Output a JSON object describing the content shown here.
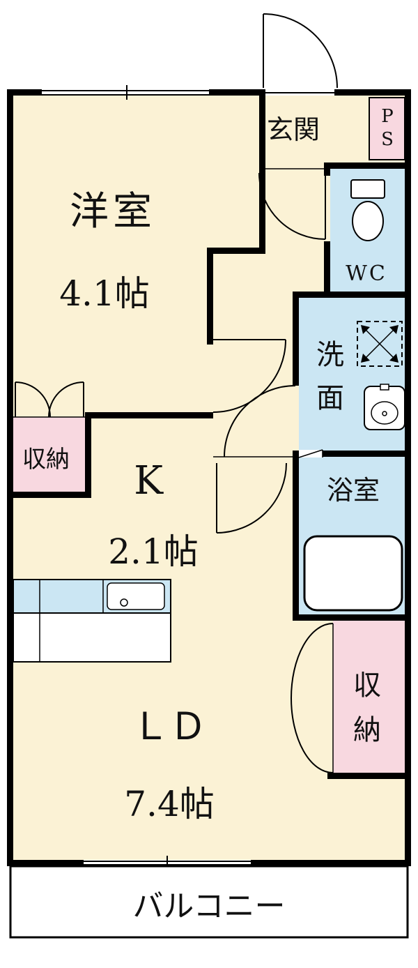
{
  "floorplan": {
    "colors": {
      "room": "#FBF2D5",
      "wet": "#CBE6F3",
      "closet": "#F8D8E0",
      "wall": "#000000"
    },
    "rooms": {
      "entrance": {
        "label": "玄関"
      },
      "pipe_space": {
        "line1": "P",
        "line2": "S"
      },
      "toilet": {
        "label": "WC"
      },
      "washroom": {
        "char1": "洗",
        "char2": "面"
      },
      "bathroom": {
        "label": "浴室"
      },
      "closet_right": {
        "char1": "収",
        "char2": "納"
      },
      "closet_left": {
        "label": "収納"
      },
      "western_room": {
        "label": "洋室",
        "size": "4.1帖"
      },
      "kitchen": {
        "label": "K",
        "size": "2.1帖"
      },
      "living_dining": {
        "label": "ＬＤ",
        "size": "7.4帖"
      },
      "balcony": {
        "label": "バルコニー"
      }
    }
  }
}
